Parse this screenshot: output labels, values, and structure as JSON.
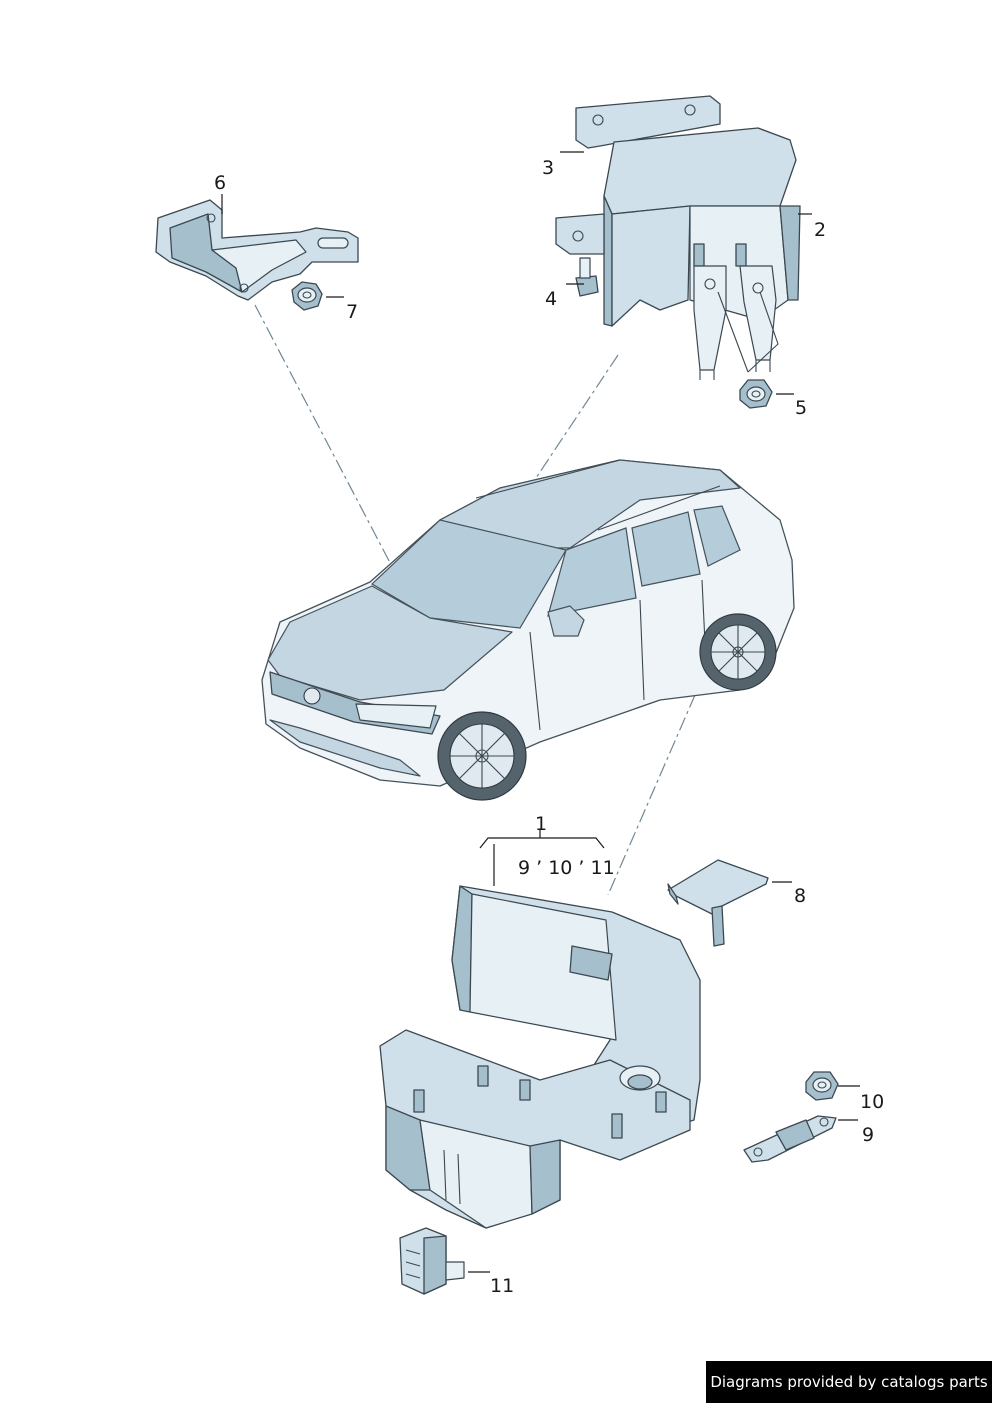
{
  "diagram": {
    "labels": {
      "p1": "1",
      "p1_sub": "9 ’ 10 ’ 11",
      "p2": "2",
      "p3": "3",
      "p4": "4",
      "p5": "5",
      "p6": "6",
      "p7": "7",
      "p8": "8",
      "p9": "9",
      "p10": "10",
      "p11": "11"
    }
  },
  "footer": {
    "credit": "Diagrams provided by catalogs parts"
  }
}
